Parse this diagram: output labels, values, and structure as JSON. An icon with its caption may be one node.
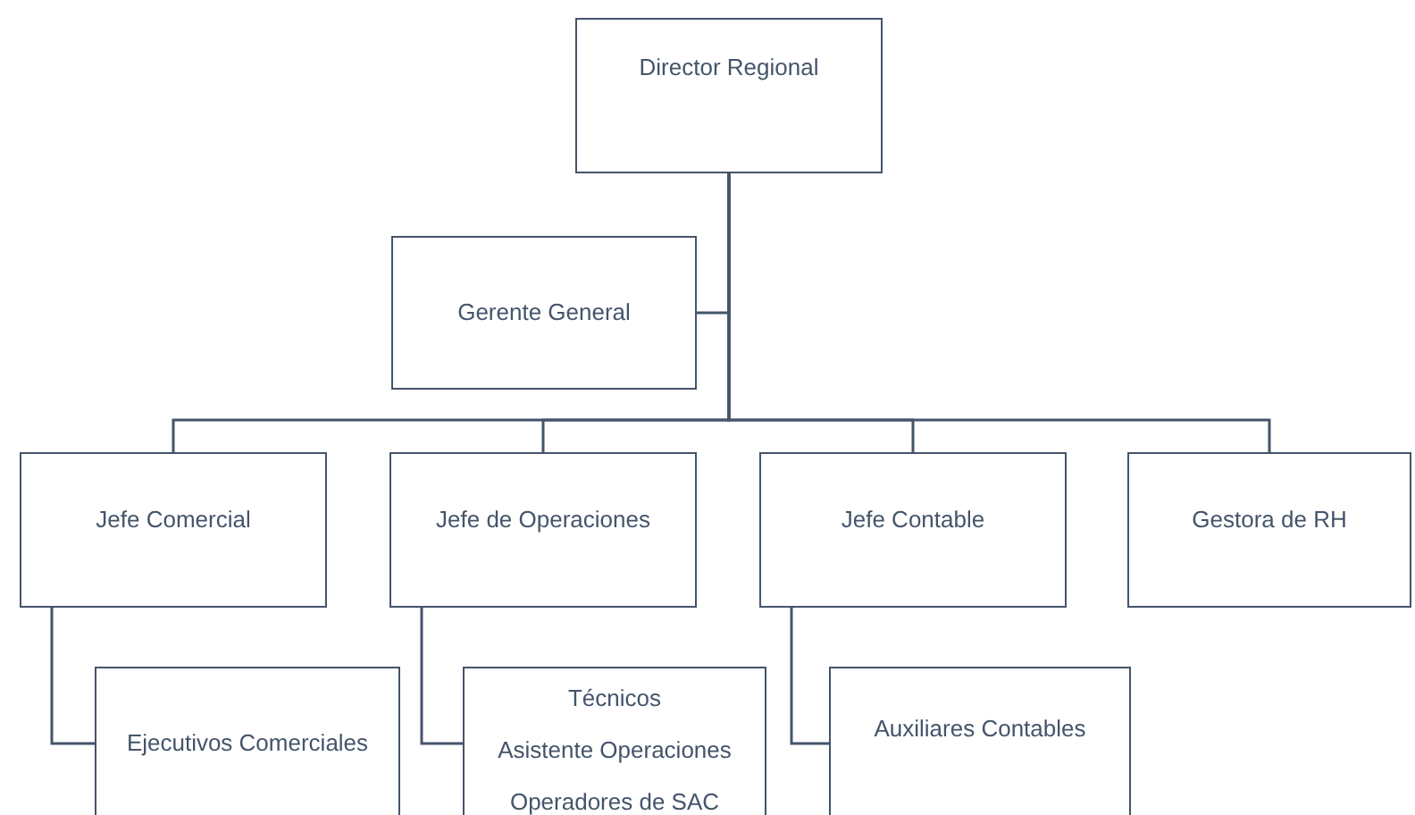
{
  "diagram": {
    "nodes": [
      {
        "text": [
          "Director Regional"
        ]
      },
      {
        "text": [
          "Gerente General"
        ]
      },
      {
        "text": [
          "Jefe Comercial"
        ]
      },
      {
        "text": [
          "Jefe de Operaciones"
        ]
      },
      {
        "text": [
          "Jefe Contable"
        ]
      },
      {
        "text": [
          "Gestora de RH"
        ]
      },
      {
        "text": [
          "Ejecutivos Comerciales"
        ]
      },
      {
        "text": [
          "Técnicos",
          "Asistente Operaciones",
          "Operadores de SAC"
        ]
      },
      {
        "text": [
          "Auxiliares Contables"
        ]
      }
    ],
    "edges": [
      {
        "from": 0,
        "to": 1,
        "arrow": "none"
      },
      {
        "from": 0,
        "to": 2,
        "arrow": "none"
      },
      {
        "from": 0,
        "to": 3,
        "arrow": "none"
      },
      {
        "from": 0,
        "to": 4,
        "arrow": "none"
      },
      {
        "from": 0,
        "to": 5,
        "arrow": "none"
      },
      {
        "from": 2,
        "to": 6,
        "arrow": "none"
      },
      {
        "from": 3,
        "to": 7,
        "arrow": "none"
      },
      {
        "from": 4,
        "to": 8,
        "arrow": "none"
      }
    ]
  }
}
